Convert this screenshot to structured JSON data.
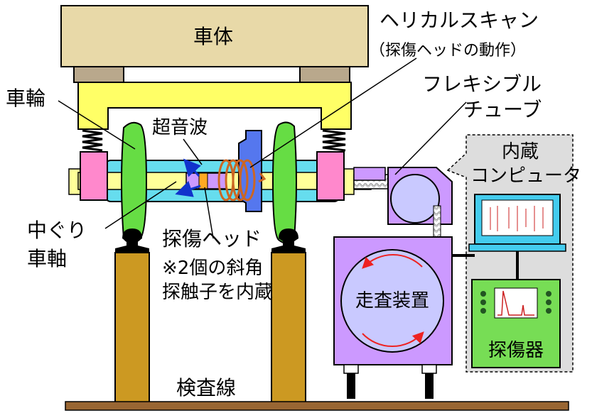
{
  "labels": {
    "car_body": "車体",
    "wheel": "車輪",
    "ultrasonic": "超音波",
    "helical_scan": "ヘリカルスキャン",
    "helical_scan_note": "（探傷ヘッドの動作）",
    "flexible_tube_1": "フレキシブル",
    "flexible_tube_2": "チューブ",
    "builtin_computer_1": "内蔵",
    "builtin_computer_2": "コンピュータ",
    "hollow_axle_1": "中ぐり",
    "hollow_axle_2": "車軸",
    "flaw_head": "探傷ヘッド",
    "flaw_head_note_1": "※2個の斜角",
    "flaw_head_note_2": "探触子を内蔵",
    "scanner": "走査装置",
    "flaw_detector": "探傷器",
    "inspection_line": "検査線"
  },
  "colors": {
    "car_body": "#e8d9a8",
    "pad": "#b9a88c",
    "bogie": "#ffff66",
    "wheel": "#66dd44",
    "axle": "#66ddee",
    "bearing": "#ff88cc",
    "scanner": "#cc99ff",
    "monitor": "#44ccee",
    "detector": "#77dd55",
    "post": "#cc9922",
    "rail_base": "#996633",
    "coil": "#cc6622",
    "scan_arrow": "#ee2222"
  },
  "icons": [
    "spring-icon",
    "coil-icon",
    "rotation-arrow-icon",
    "monitor-icon",
    "waveform-icon"
  ]
}
